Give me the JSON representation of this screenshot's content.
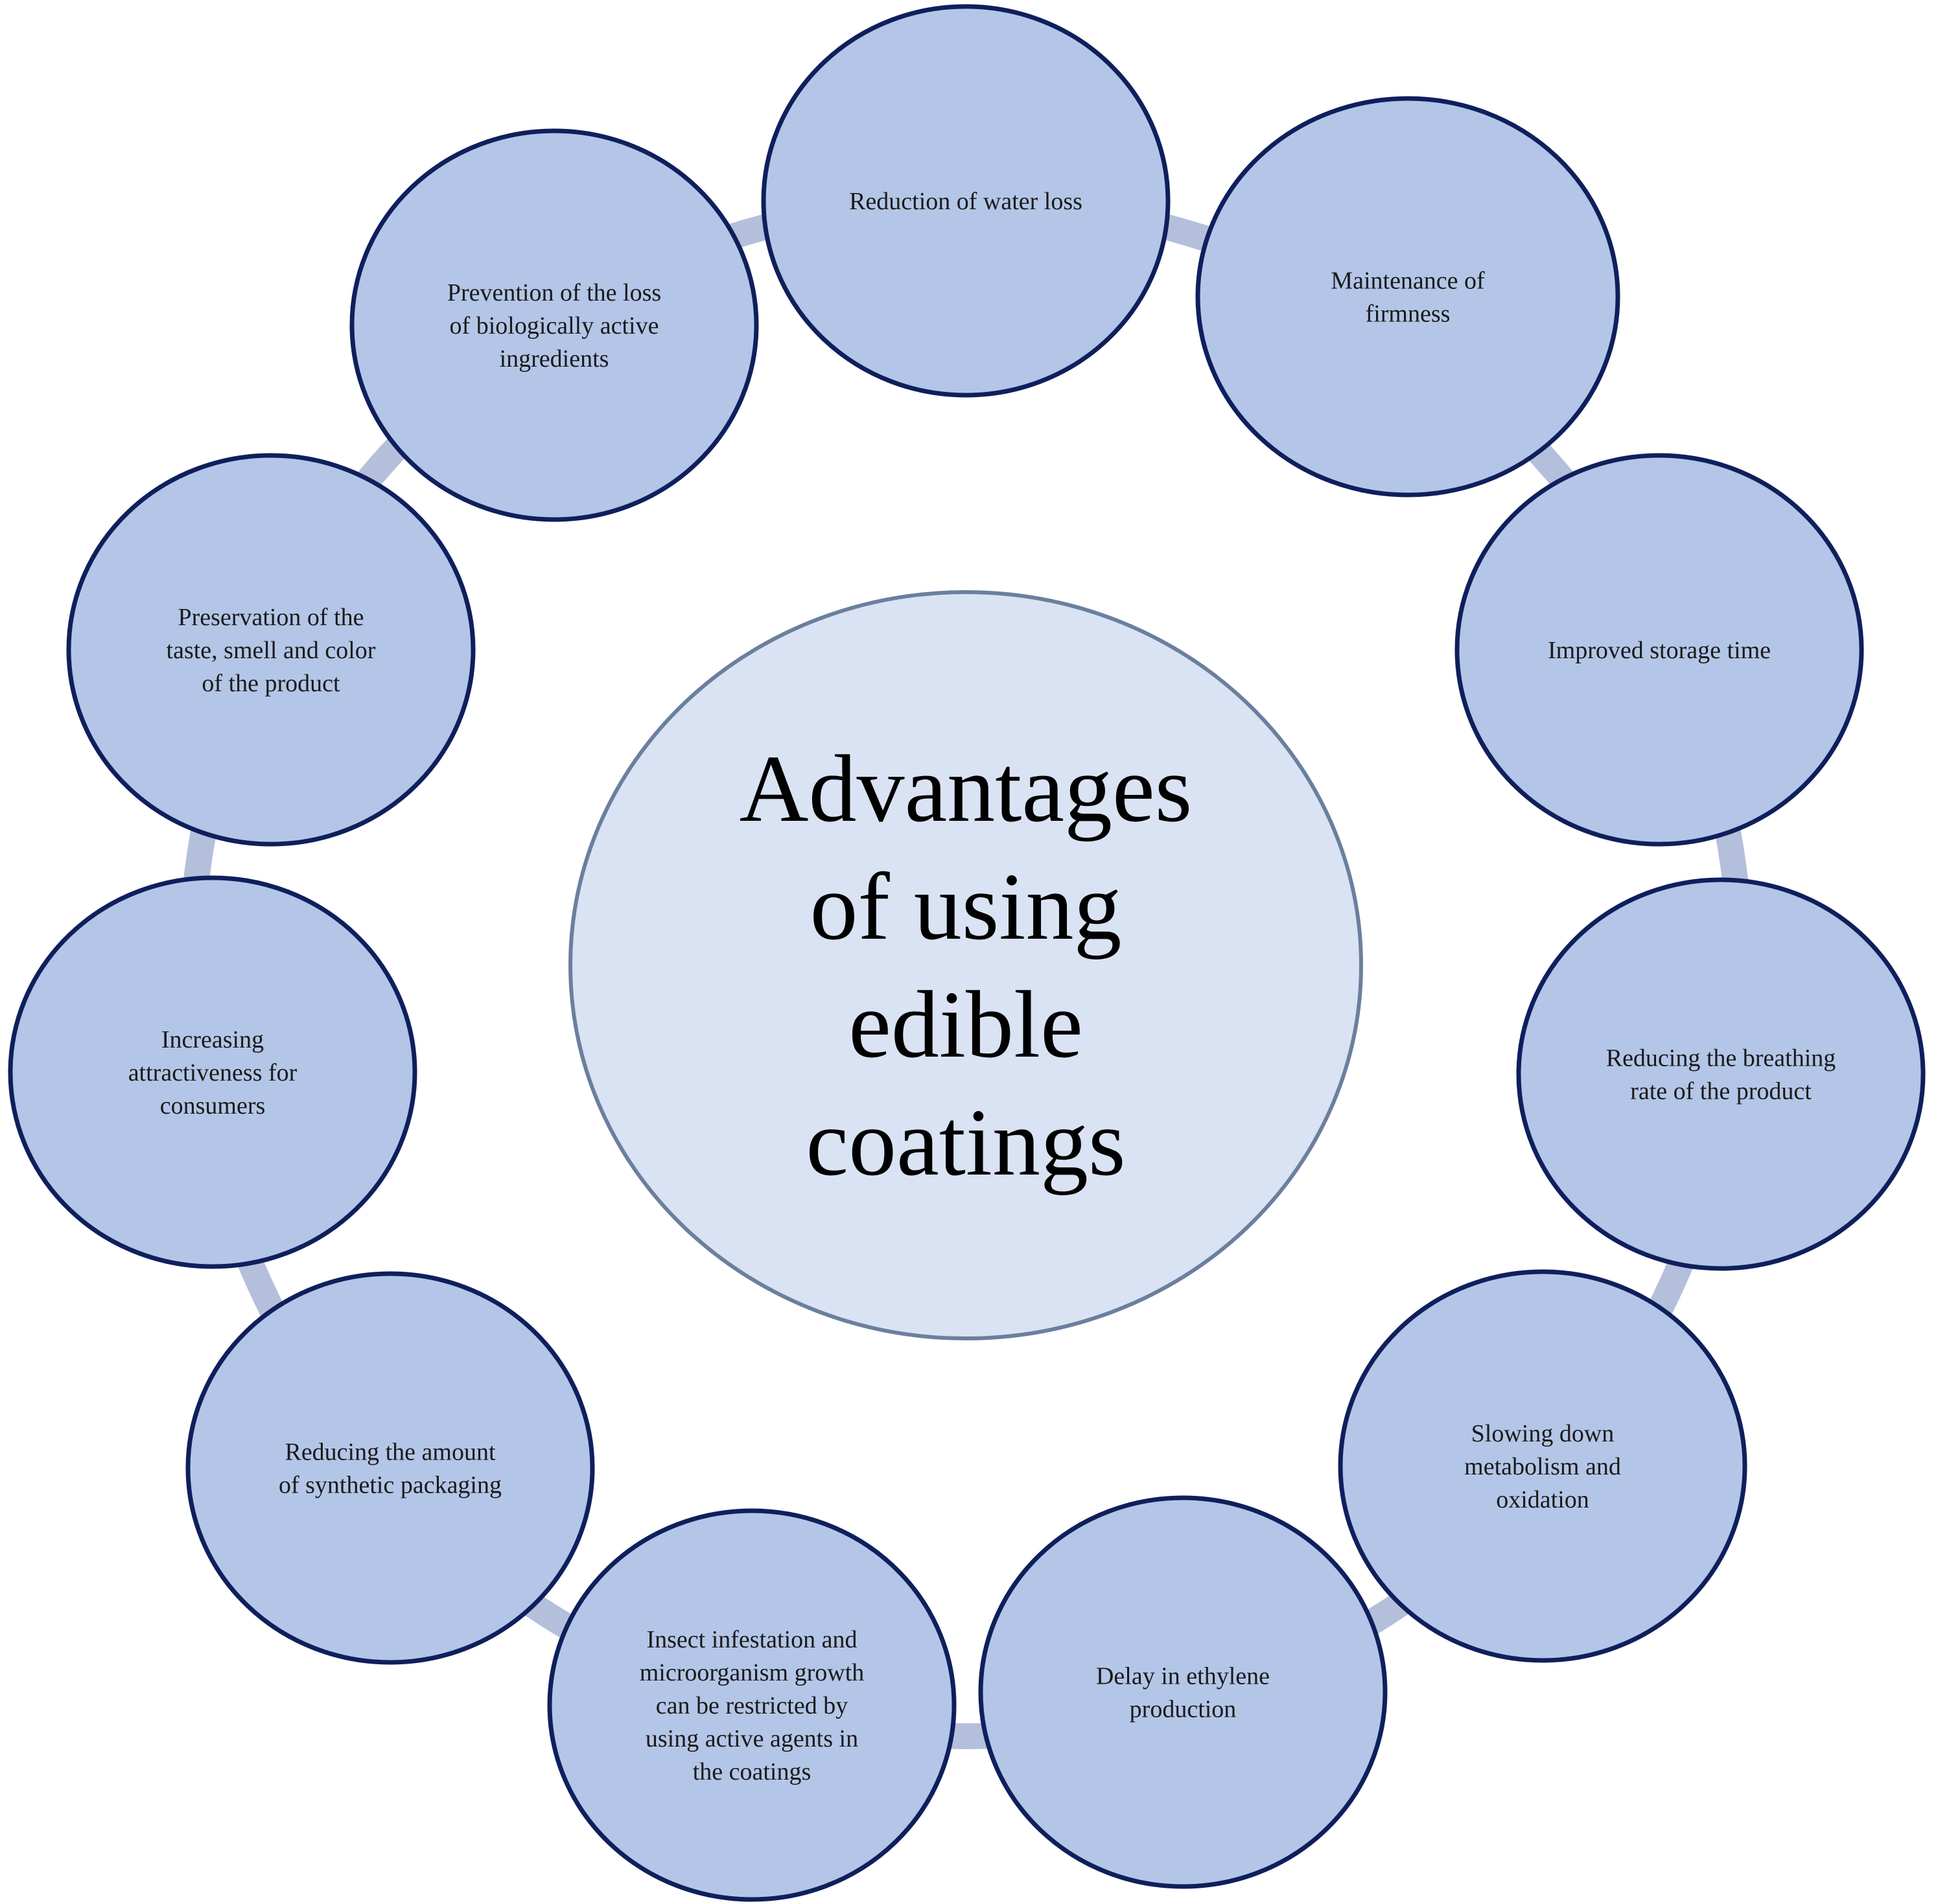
{
  "colors": {
    "ring": "#b4bfdc",
    "node_fill": "#b4c6e7",
    "node_stroke": "#0f1f5c",
    "center_fill": "#dae3f3",
    "center_stroke": "#6b7f9e"
  },
  "center": {
    "lines": [
      "Advantages",
      "of using",
      "edible",
      "coatings"
    ]
  },
  "nodes": [
    {
      "lines": [
        "Reduction of water loss"
      ]
    },
    {
      "lines": [
        "Maintenance of",
        "firmness"
      ]
    },
    {
      "lines": [
        "Improved storage time"
      ]
    },
    {
      "lines": [
        "Reducing the breathing",
        "rate of the product"
      ]
    },
    {
      "lines": [
        "Slowing down",
        "metabolism and",
        "oxidation"
      ]
    },
    {
      "lines": [
        "Delay in ethylene",
        "production"
      ]
    },
    {
      "lines": [
        "Insect infestation and",
        "microorganism growth",
        "can be restricted by",
        "using active agents in",
        "the coatings"
      ]
    },
    {
      "lines": [
        "Reducing the amount",
        "of synthetic packaging"
      ]
    },
    {
      "lines": [
        "Increasing",
        "attractiveness for",
        "consumers"
      ]
    },
    {
      "lines": [
        "Preservation of the",
        "taste, smell and color",
        "of the product"
      ]
    },
    {
      "lines": [
        "Prevention of the loss",
        "of biologically active",
        "ingredients"
      ]
    }
  ]
}
